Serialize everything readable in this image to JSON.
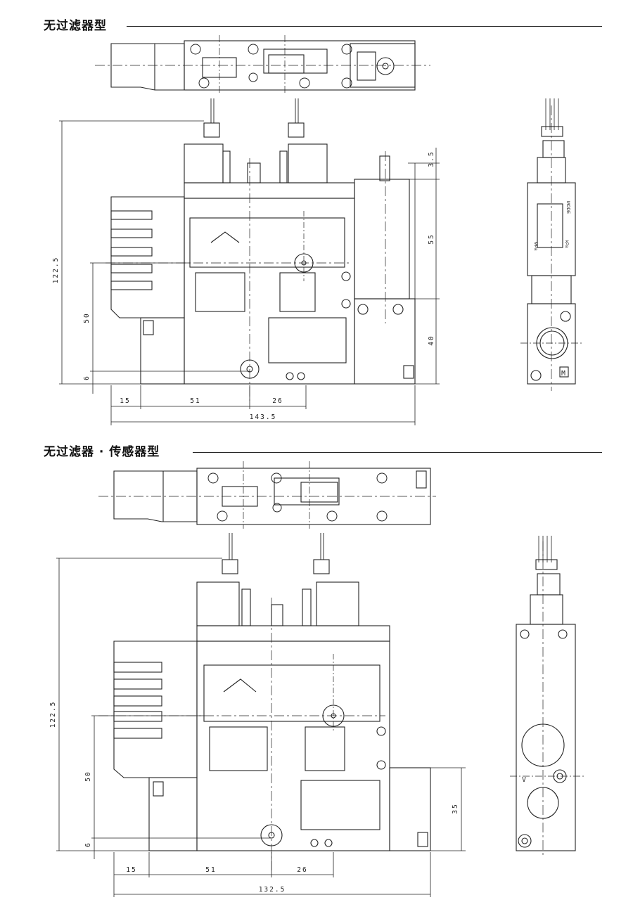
{
  "sections": [
    {
      "title": "无过滤器型",
      "dims": {
        "height_total": "122.5",
        "height_50": "50",
        "height_6": "6",
        "right_35": "3.5",
        "right_55": "55",
        "right_40": "40",
        "w15": "15",
        "w51": "51",
        "w26": "26",
        "total": "143.5"
      },
      "side_labels": {
        "mode": "MODE",
        "mpa": "MPa",
        "kpa": "kPa",
        "mark": "M"
      }
    },
    {
      "title": "无过滤器 · 传感器型",
      "dims": {
        "height_total": "122.5",
        "height_50": "50",
        "height_6": "6",
        "right_35": "35",
        "w15": "15",
        "w51": "51",
        "w26": "26",
        "total": "132.5"
      },
      "side_labels": {
        "mark": "V"
      }
    }
  ]
}
